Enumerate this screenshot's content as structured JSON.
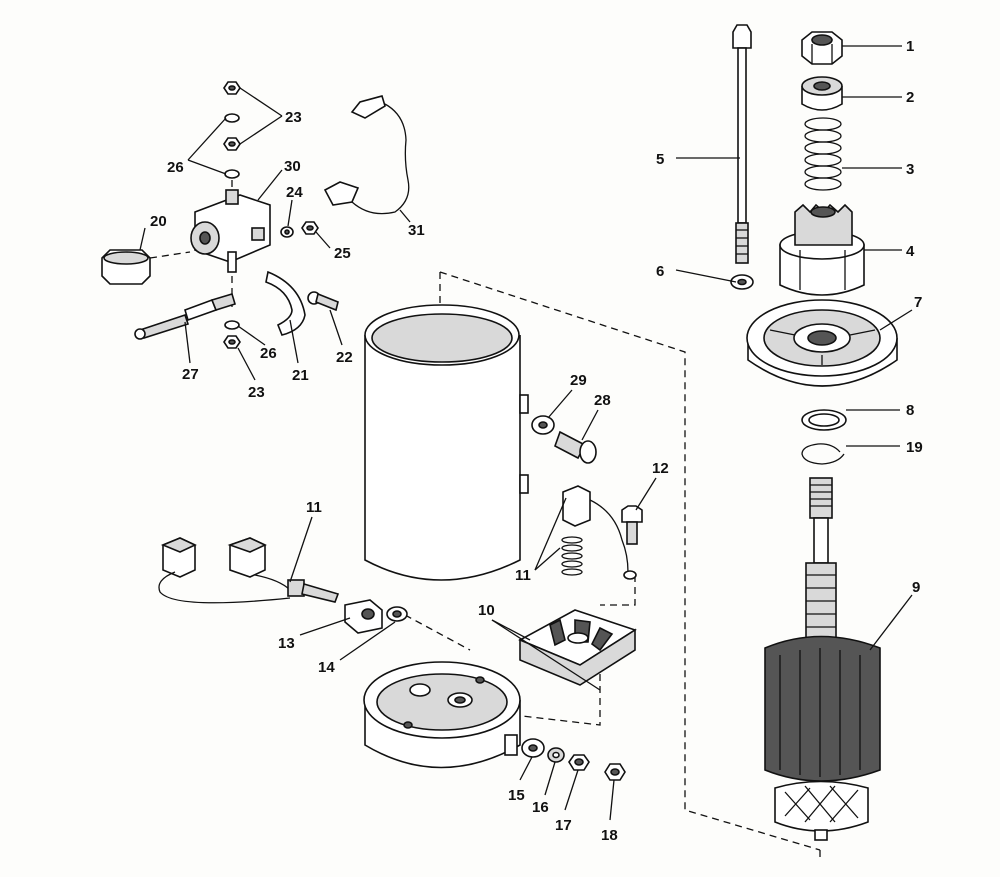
{
  "diagram": {
    "callouts": [
      {
        "id": "c1",
        "text": "1"
      },
      {
        "id": "c2",
        "text": "2"
      },
      {
        "id": "c3",
        "text": "3"
      },
      {
        "id": "c4",
        "text": "4"
      },
      {
        "id": "c5",
        "text": "5"
      },
      {
        "id": "c6",
        "text": "6"
      },
      {
        "id": "c7",
        "text": "7"
      },
      {
        "id": "c8",
        "text": "8"
      },
      {
        "id": "c19",
        "text": "19"
      },
      {
        "id": "c9",
        "text": "9"
      },
      {
        "id": "c12",
        "text": "12"
      },
      {
        "id": "c29",
        "text": "29"
      },
      {
        "id": "c28",
        "text": "28"
      },
      {
        "id": "c11a",
        "text": "11"
      },
      {
        "id": "c11b",
        "text": "11"
      },
      {
        "id": "c10",
        "text": "10"
      },
      {
        "id": "c13",
        "text": "13"
      },
      {
        "id": "c14",
        "text": "14"
      },
      {
        "id": "c15",
        "text": "15"
      },
      {
        "id": "c16",
        "text": "16"
      },
      {
        "id": "c17",
        "text": "17"
      },
      {
        "id": "c18",
        "text": "18"
      },
      {
        "id": "c20",
        "text": "20"
      },
      {
        "id": "c23a",
        "text": "23"
      },
      {
        "id": "c26a",
        "text": "26"
      },
      {
        "id": "c30",
        "text": "30"
      },
      {
        "id": "c24",
        "text": "24"
      },
      {
        "id": "c25",
        "text": "25"
      },
      {
        "id": "c31",
        "text": "31"
      },
      {
        "id": "c27",
        "text": "27"
      },
      {
        "id": "c26b",
        "text": "26"
      },
      {
        "id": "c21",
        "text": "21"
      },
      {
        "id": "c22",
        "text": "22"
      },
      {
        "id": "c23b",
        "text": "23"
      }
    ]
  }
}
